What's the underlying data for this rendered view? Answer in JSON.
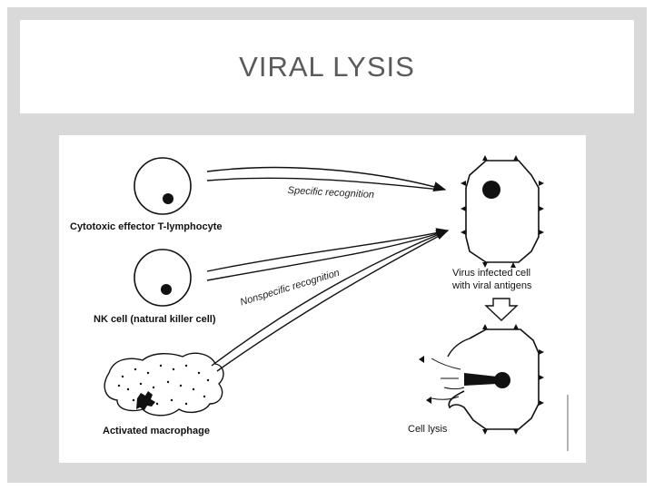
{
  "slide": {
    "title": "VIRAL LYSIS"
  },
  "diagram": {
    "cells": {
      "tcell": "Cytotoxic effector T-lymphocyte",
      "nkcell": "NK cell (natural killer cell)",
      "macrophage": "Activated macrophage",
      "infected": "Virus infected cell",
      "infected_line2": "with viral antigens",
      "lysis": "Cell lysis"
    },
    "arrows": {
      "specific": "Specific recognition",
      "nonspecific": "Nonspecific recognition"
    }
  }
}
